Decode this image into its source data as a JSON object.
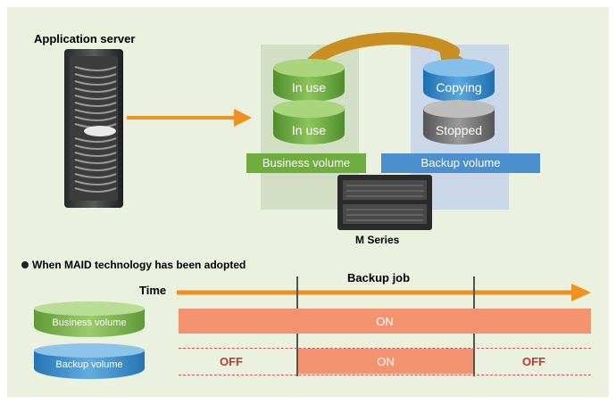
{
  "server": {
    "label": "Application server"
  },
  "business": {
    "cyl1": "In use",
    "cyl2": "In use",
    "tag": "Business volume"
  },
  "backup": {
    "cyl1": "Copying",
    "cyl2": "Stopped",
    "tag": "Backup volume"
  },
  "storage": {
    "label": "M Series"
  },
  "maid": {
    "heading": "When MAID technology has been adopted",
    "job_label": "Backup job",
    "time_label": "Time",
    "rows": [
      {
        "label": "Business volume",
        "segments": [
          "ON"
        ]
      },
      {
        "label": "Backup volume",
        "segments": [
          "OFF",
          "ON",
          "OFF"
        ]
      }
    ]
  },
  "colors": {
    "green": "#6fad3f",
    "blue": "#4b8fcf",
    "orange": "#f0901e",
    "bar": "#f4936f",
    "off_text": "#c0392b"
  }
}
